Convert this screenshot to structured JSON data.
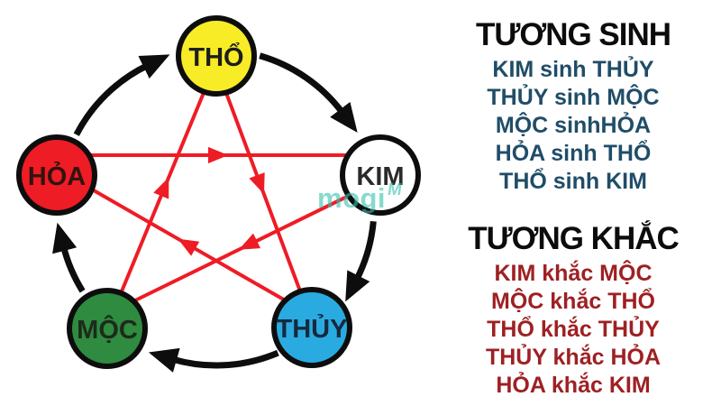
{
  "diagram": {
    "elements": [
      {
        "label": "THỔ",
        "fill": "#f8ec27",
        "text": "#1d1d1d"
      },
      {
        "label": "KIM",
        "fill": "#ffffff",
        "text": "#2a2a2a"
      },
      {
        "label": "THỦY",
        "fill": "#29abe2",
        "text": "#16293e"
      },
      {
        "label": "MỘC",
        "fill": "#2e8b3f",
        "text": "#1d2b1a"
      },
      {
        "label": "HỎA",
        "fill": "#ee1c25",
        "text": "#33130e"
      }
    ],
    "generation_color": "#0d0d0d",
    "destruction_color": "#ee1c25",
    "watermark": "mogi",
    "watermark_mark": "M",
    "watermark_color": "#35c2ae"
  },
  "sinh": {
    "title": "TƯƠNG SINH",
    "title_color": "#0c0c0c",
    "item_color": "#204d68",
    "items": [
      "KIM sinh THỦY",
      "THỦY sinh MỘC",
      "MỘC sinhHỎA",
      "HỎA sinh THỔ",
      "THỔ sinh KIM"
    ]
  },
  "khac": {
    "title": "TƯƠNG KHẮC",
    "title_color": "#0c0c0c",
    "item_color": "#9e2023",
    "items": [
      "KIM khắc MỘC",
      "MỘC khắc THỔ",
      "THỔ khắc THỦY",
      "THỦY khắc HỎA",
      "HỎA khắc KIM"
    ]
  }
}
